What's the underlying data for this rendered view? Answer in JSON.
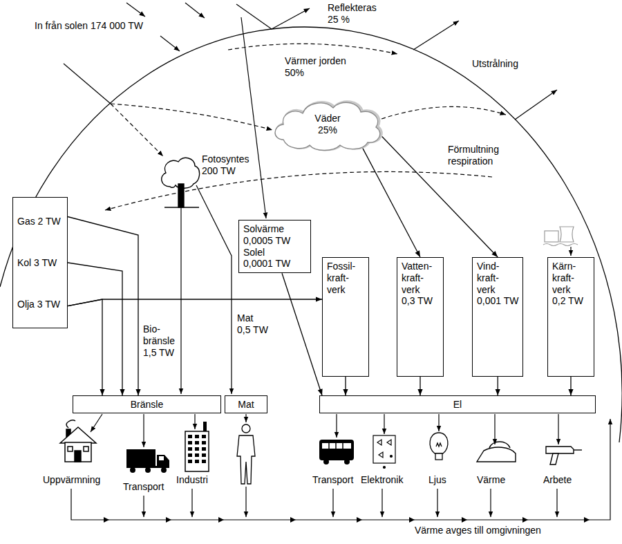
{
  "diagram": {
    "nodes": [
      {
        "text": [
          "Väder 25%"
        ]
      },
      {
        "text": [
          "Gas 2 TW",
          "Kol 3 TW",
          "Olja 3 TW"
        ]
      },
      {
        "text": [
          "Solvärme 0,0005 TW",
          "Solel 0,0001 TW"
        ]
      },
      {
        "text": [
          "Fossil- kraft- verk"
        ]
      },
      {
        "text": [
          "Vatten- kraft- verk",
          "0,3 TW"
        ]
      },
      {
        "text": [
          "Vind- kraft- verk",
          "0,001 TW"
        ]
      },
      {
        "text": [
          "Kärn- kraft- verk",
          "0,2 TW"
        ]
      },
      {
        "text": [
          "Bränsle"
        ]
      },
      {
        "text": [
          "Mat"
        ]
      },
      {
        "text": [
          "El"
        ]
      }
    ],
    "edges": [
      {
        "from": 0,
        "to": 4,
        "arrow": "to"
      },
      {
        "from": 0,
        "to": 5,
        "arrow": "to"
      },
      {
        "from": 1,
        "to": 7,
        "arrow": "to"
      },
      {
        "from": 1,
        "to": 3,
        "arrow": "to"
      },
      {
        "from": 2,
        "to": 9,
        "arrow": "to"
      },
      {
        "from": 3,
        "to": 9,
        "arrow": "to"
      },
      {
        "from": 4,
        "to": 9,
        "arrow": "to"
      },
      {
        "from": 5,
        "to": 9,
        "arrow": "to"
      },
      {
        "from": 6,
        "to": 9,
        "arrow": "to"
      }
    ],
    "labels": [
      "In från solen 174 000 TW",
      "Reflekteras 25 %",
      "Värmer jorden 50%",
      "Utstrålning",
      "Förmultning respiration",
      "Fotosyntes 200 TW",
      "Bio- bränsle 1,5 TW",
      "Mat 0,5 TW",
      "Uppvärmning",
      "Transport",
      "Industri",
      "Transport",
      "Elektronik",
      "Ljus",
      "Värme",
      "Arbete",
      "Värme avges till omgivningen"
    ]
  }
}
